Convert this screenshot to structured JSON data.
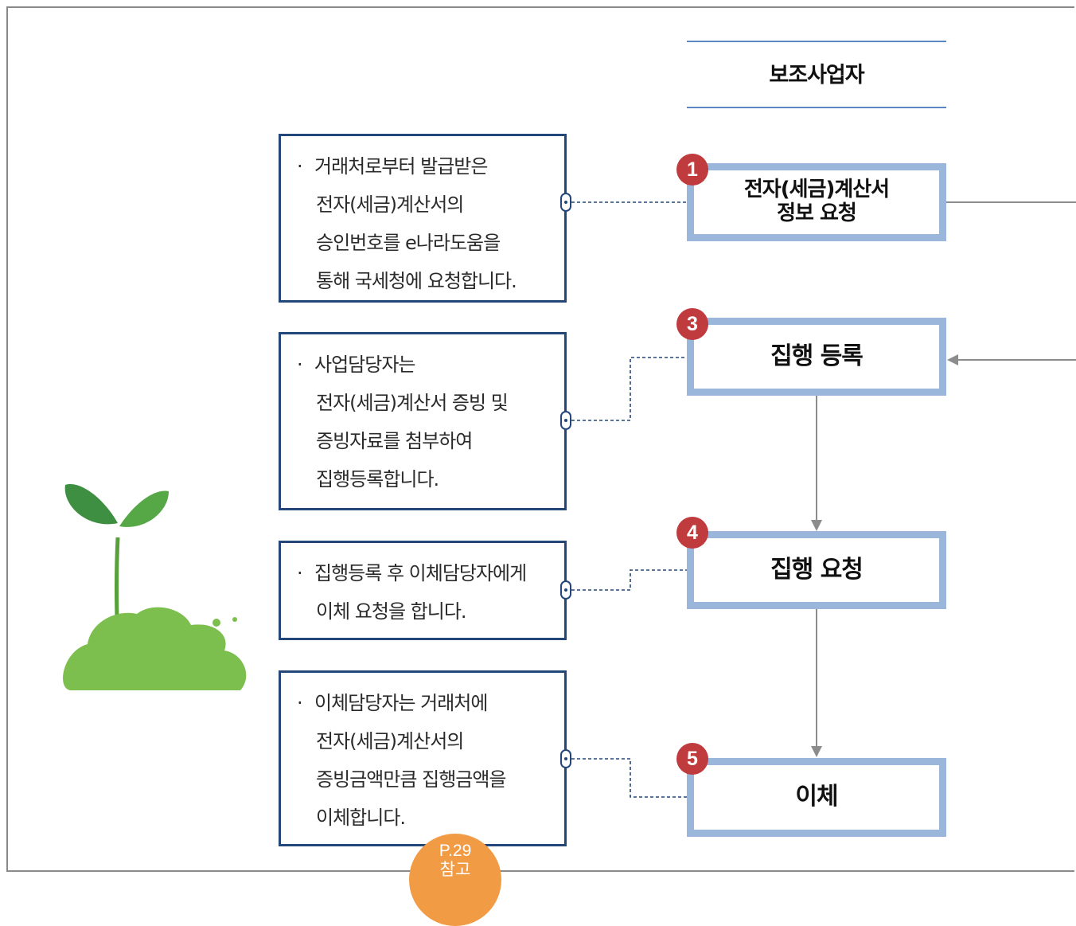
{
  "header": {
    "title": "보조사업자"
  },
  "steps": [
    {
      "number": "1",
      "label_lines": [
        "전자(세금)계산서",
        "정보 요청"
      ]
    },
    {
      "number": "3",
      "label": "집행 등록"
    },
    {
      "number": "4",
      "label": "집행 요청"
    },
    {
      "number": "5",
      "label": "이체"
    }
  ],
  "descriptions": [
    {
      "lines": [
        "거래처로부터 발급받은",
        "전자(세금)계산서의",
        "승인번호를 e나라도움을",
        "통해 국세청에 요청합니다."
      ]
    },
    {
      "lines": [
        "사업담당자는",
        "전자(세금)계산서 증빙 및",
        "증빙자료를 첨부하여",
        "집행등록합니다."
      ]
    },
    {
      "lines": [
        "집행등록 후 이체담당자에게",
        "이체 요청을 합니다."
      ]
    },
    {
      "lines": [
        "이체담당자는 거래처에",
        "전자(세금)계산서의",
        "증빙금액만큼 집행금액을",
        "이체합니다."
      ]
    }
  ],
  "bullet": "·",
  "reference_badge": {
    "page": "P.29",
    "text": "참고"
  },
  "colors": {
    "step_border": "#9ab6da",
    "badge": "#bf3b3d",
    "desc_border": "#24477a",
    "header_line": "#5b86c2",
    "ref_badge": "#f29b45",
    "sprout": "#6fb24a"
  },
  "icons": {
    "sprout": "sprout-illustration-icon"
  }
}
